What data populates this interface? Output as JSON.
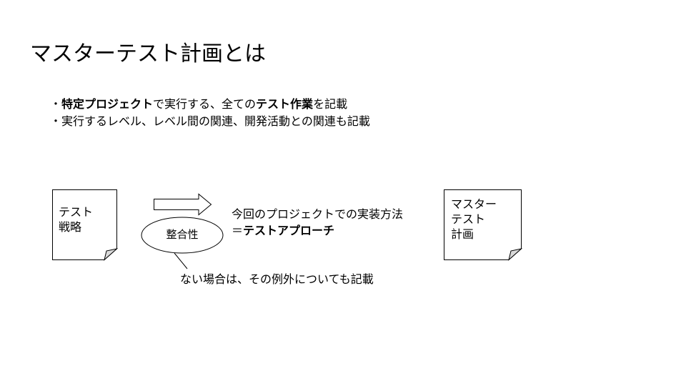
{
  "title": "マスターテスト計画とは",
  "bullets": [
    {
      "marker": "・",
      "parts": [
        {
          "text": "特定プロジェクト",
          "bold": true
        },
        {
          "text": "で実行する、全ての",
          "bold": false
        },
        {
          "text": "テスト作業",
          "bold": true
        },
        {
          "text": "を記載",
          "bold": false
        }
      ]
    },
    {
      "marker": "・",
      "parts": [
        {
          "text": "実行するレベル、レベル間の関連、開発活動との関連も記載",
          "bold": false
        }
      ]
    }
  ],
  "diagram": {
    "strategy_doc": {
      "line1": "テスト",
      "line2": "戦略"
    },
    "ellipse_label": "整合性",
    "approach": {
      "line1": "今回のプロジェクトでの実装方法",
      "line2_prefix": "＝",
      "line2_bold": "テストアプローチ"
    },
    "callout": "ない場合は、その例外についても記載",
    "master_doc": {
      "line1": "マスター",
      "line2": "テスト",
      "line3": "計画"
    }
  }
}
